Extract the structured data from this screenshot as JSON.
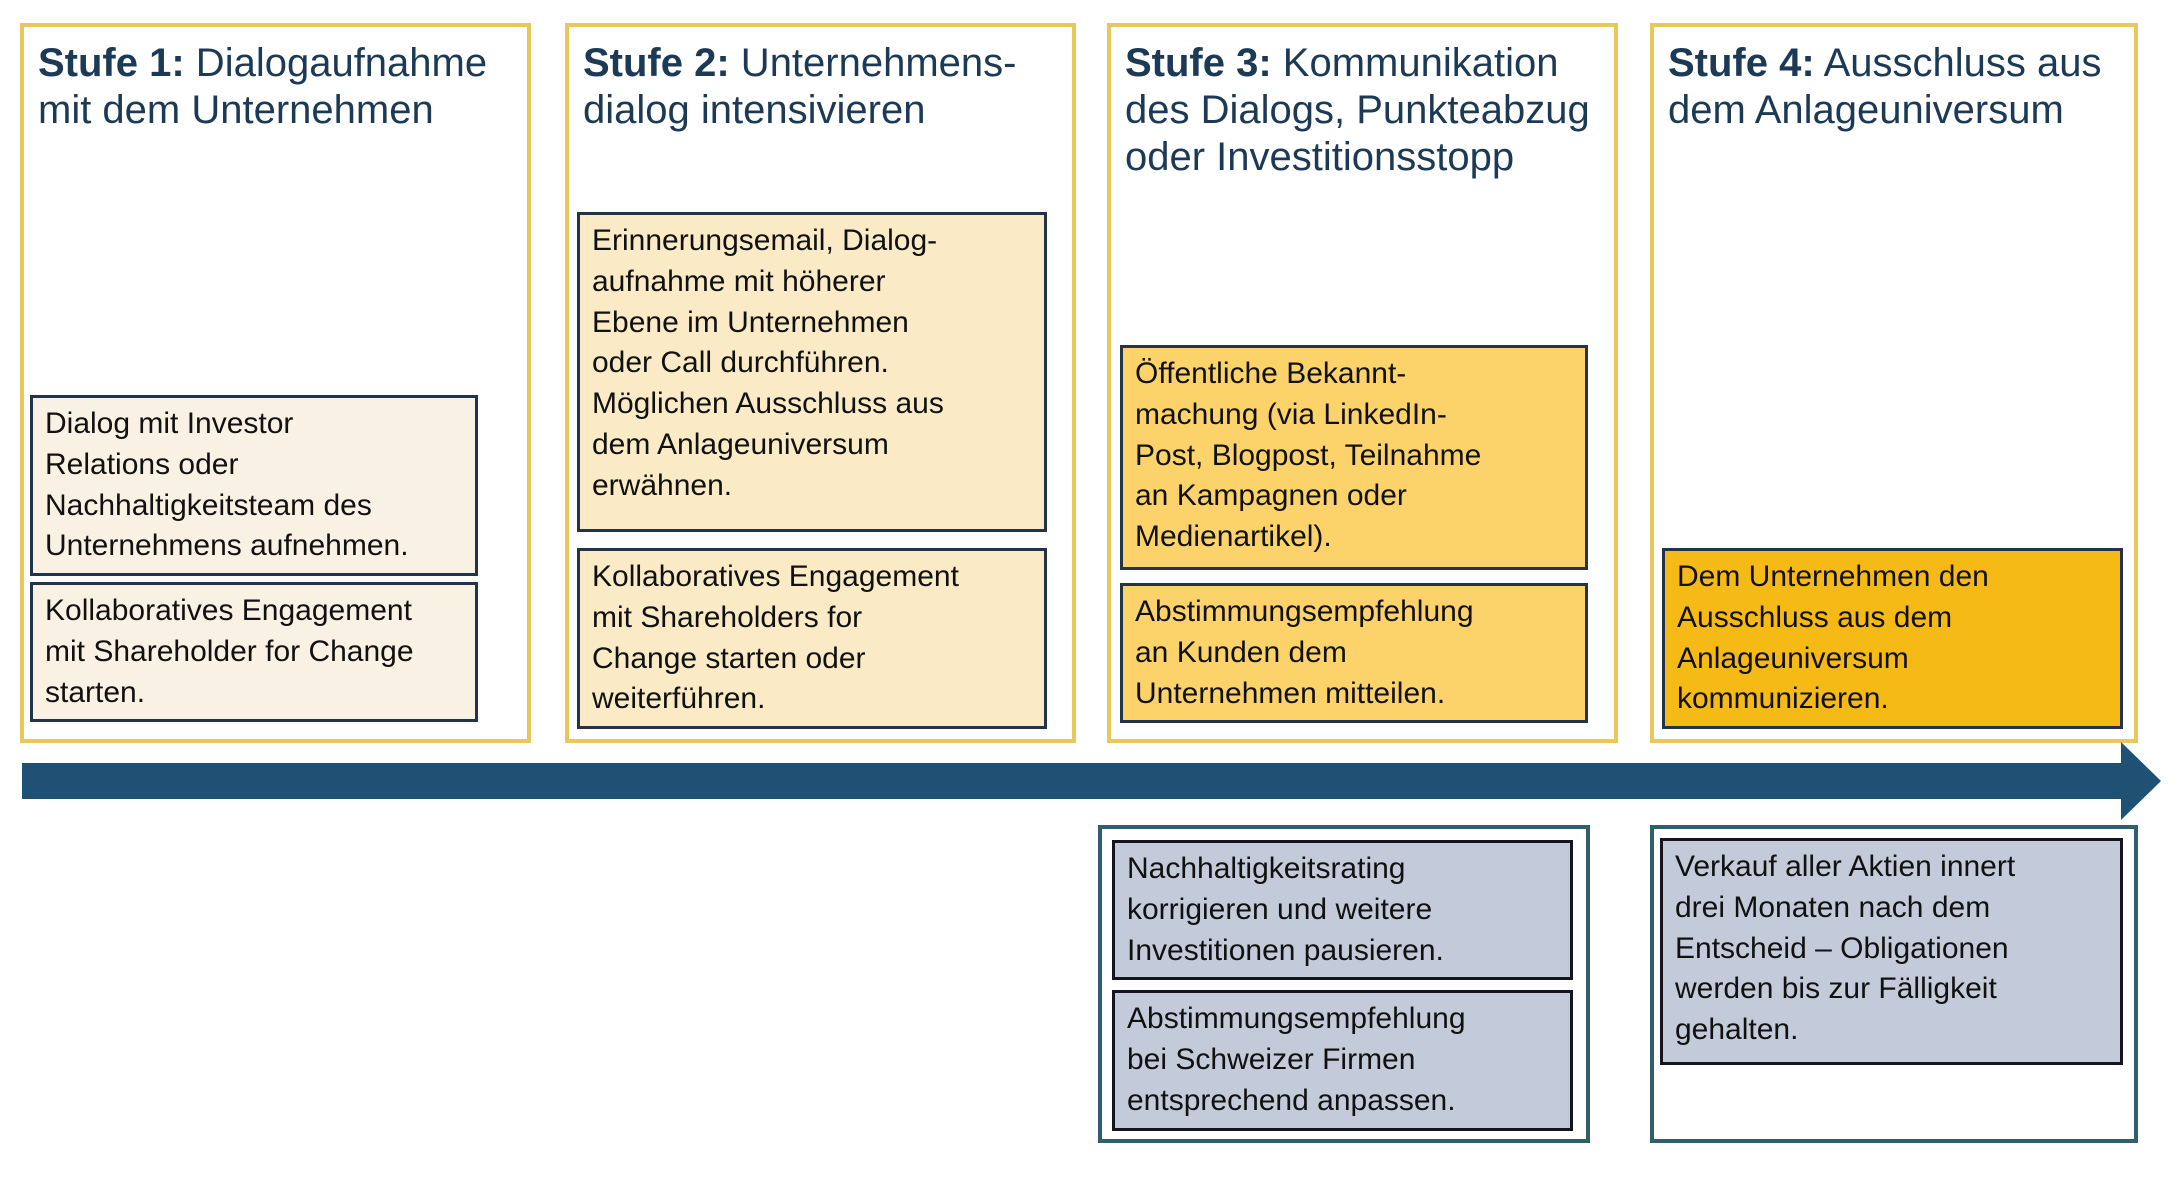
{
  "palette": {
    "stage_border_gold": "#e9c75b",
    "title_navy": "#1c3a55",
    "action_box_border": "#22334a",
    "stage1_fill": "#f9f1e3",
    "stage2_fill": "#faebc6",
    "stage3_fill": "#fbd36a",
    "stage4_fill": "#f6ba17",
    "arrow_blue": "#1f5174",
    "panel_border_teal": "#2e5f6b",
    "consequence_fill": "#c3cbda",
    "body_text": "#111111"
  },
  "stages": [
    {
      "title_prefix": "Stufe 1:",
      "title_rest": " Dialogaufnahme\nmit dem Unternehmen",
      "boxes": [
        {
          "text": "Dialog mit Investor\nRelations oder\nNachhaltigkeitsteam des\nUnternehmens aufnehmen."
        },
        {
          "text": "Kollaboratives Engagement\nmit Shareholder for Change\nstarten."
        }
      ]
    },
    {
      "title_prefix": "Stufe 2:",
      "title_rest": " Unternehmens-\ndialog intensivieren",
      "boxes": [
        {
          "text": "Erinnerungsemail, Dialog-\naufnahme mit höherer\nEbene im Unternehmen\noder Call durchführen.\nMöglichen Ausschluss aus\ndem Anlageuniversum\nerwähnen."
        },
        {
          "text": "Kollaboratives Engagement\nmit Shareholders for\nChange starten oder\nweiterführen."
        }
      ]
    },
    {
      "title_prefix": "Stufe 3:",
      "title_rest": " Kommunikation\ndes Dialogs, Punkteabzug\noder Investitionsstopp",
      "boxes": [
        {
          "text": "Öffentliche Bekannt-\nmachung (via LinkedIn-\nPost, Blogpost, Teilnahme\nan Kampagnen oder\nMedienartikel)."
        },
        {
          "text": "Abstimmungsempfehlung\nan Kunden dem\nUnternehmen mitteilen."
        }
      ]
    },
    {
      "title_prefix": "Stufe 4:",
      "title_rest": " Ausschluss aus\ndem Anlageuniversum",
      "boxes": [
        {
          "text": "Dem Unternehmen den\nAusschluss aus dem\nAnlageuniversum\nkommunizieren."
        }
      ]
    }
  ],
  "consequences": [
    {
      "stage": "Stufe 3",
      "boxes": [
        {
          "text": "Nachhaltigkeitsrating\nkorrigieren und weitere\nInvestitionen pausieren."
        },
        {
          "text": "Abstimmungsempfehlung\nbei Schweizer Firmen\nentsprechend anpassen."
        }
      ]
    },
    {
      "stage": "Stufe 4",
      "boxes": [
        {
          "text": "Verkauf aller Aktien innert\ndrei Monaten nach dem\nEntscheid – Obligationen\nwerden bis zur Fälligkeit\ngehalten."
        }
      ]
    }
  ]
}
